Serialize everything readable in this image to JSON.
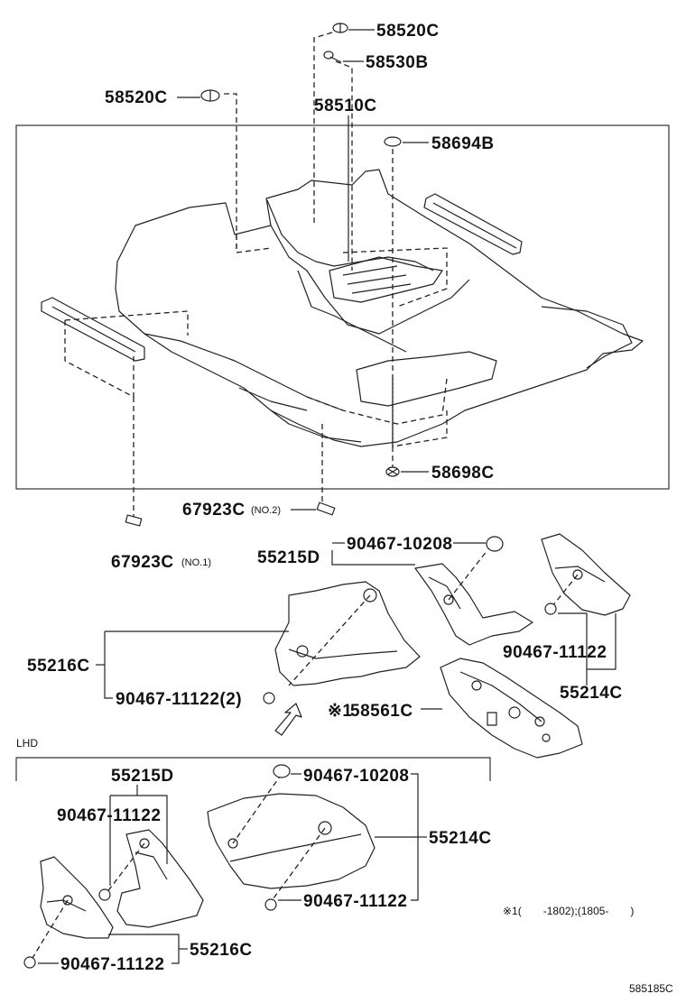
{
  "labels": {
    "p58520C_top": "58520C",
    "p58530B": "58530B",
    "p58520C_left": "58520C",
    "p58510C": "58510C",
    "p58694B": "58694B",
    "p58698C": "58698C",
    "p67923C_no2": "67923C",
    "no2": "(NO.2)",
    "p67923C_no1": "67923C",
    "no1": "(NO.1)",
    "p55215D_upper": "55215D",
    "p90467_10208_upper": "90467-10208",
    "p55216C_upper": "55216C",
    "p90467_11122_2": "90467-11122(2)",
    "p90467_11122_upper_right": "90467-11122",
    "p55214C_upper": "55214C",
    "p58561C_mark": "※1",
    "p58561C": "58561C",
    "lhd": "LHD",
    "p55215D_lhd": "55215D",
    "p90467_11122_lhd_a": "90467-11122",
    "p90467_10208_lhd": "90467-10208",
    "p55214C_lhd": "55214C",
    "p90467_11122_lhd_b": "90467-11122",
    "p90467_11122_lhd_c": "90467-11122",
    "p55216C_lhd": "55216C",
    "footnote": "※1(　　-1802);(1805-　　)",
    "diagram_code": "585185C"
  }
}
